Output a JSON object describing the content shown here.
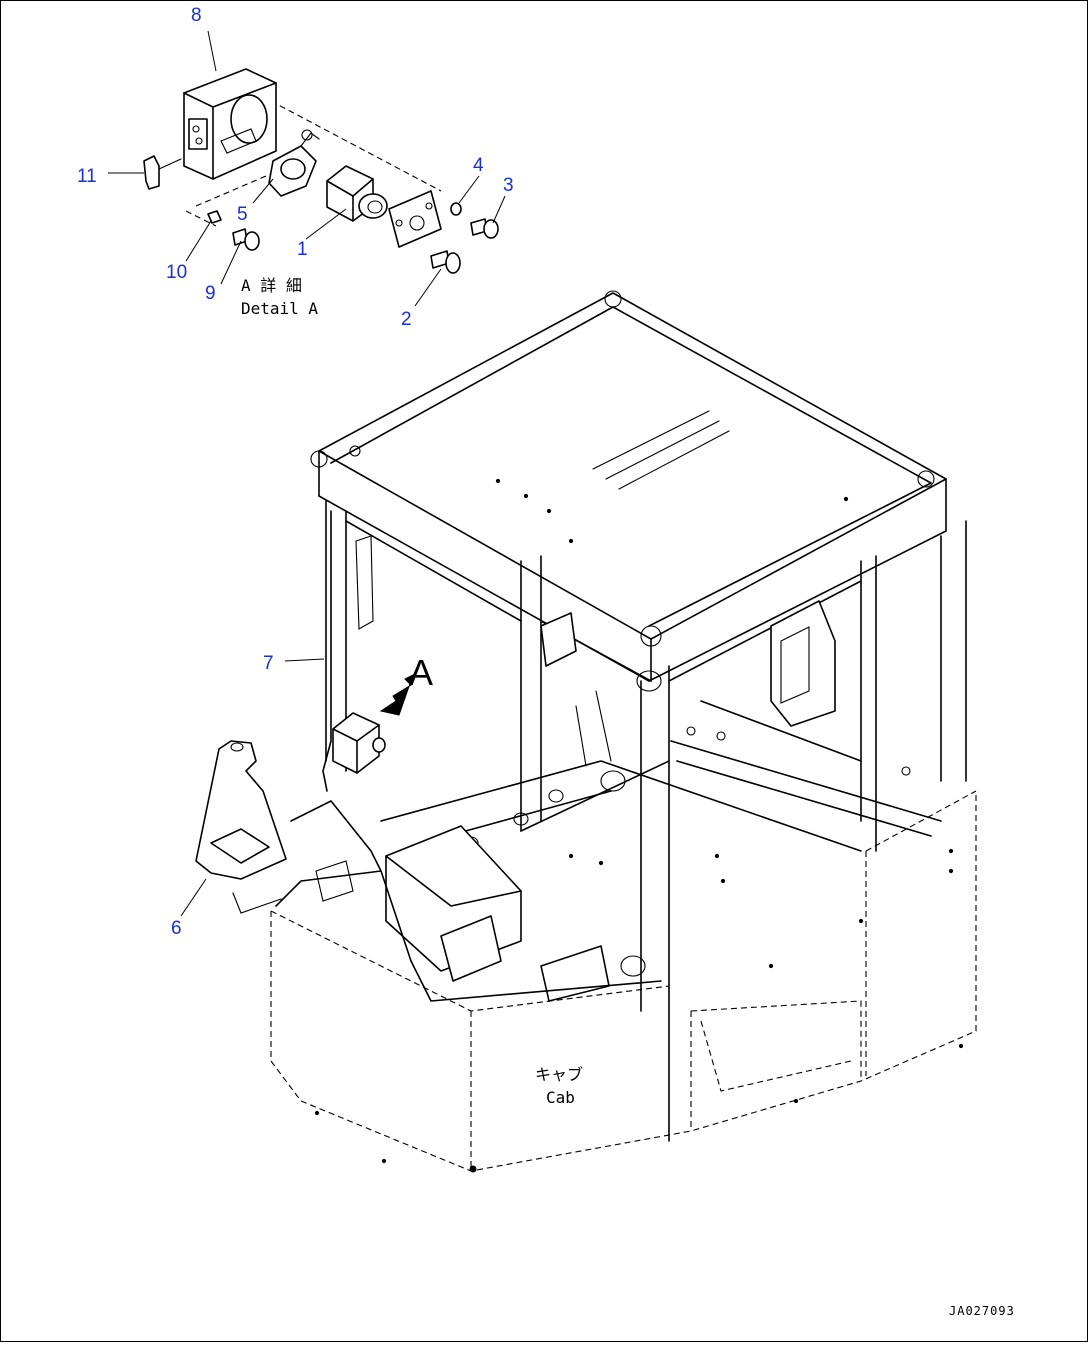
{
  "callouts": [
    {
      "id": "8",
      "label": "8"
    },
    {
      "id": "11",
      "label": "11"
    },
    {
      "id": "5",
      "label": "5"
    },
    {
      "id": "4",
      "label": "4"
    },
    {
      "id": "3",
      "label": "3"
    },
    {
      "id": "1",
      "label": "1"
    },
    {
      "id": "10",
      "label": "10"
    },
    {
      "id": "9",
      "label": "9"
    },
    {
      "id": "2",
      "label": "2"
    },
    {
      "id": "7",
      "label": "7"
    },
    {
      "id": "6",
      "label": "6"
    }
  ],
  "detail": {
    "view_letter": "A",
    "title_jp": "A 詳 細",
    "title_en": "Detail A"
  },
  "cab_label": {
    "jp": "キャブ",
    "en": "Cab"
  },
  "drawing_code": "JA027093",
  "colors": {
    "callout": "#1a2fd6",
    "line": "#000000",
    "background": "#ffffff"
  }
}
